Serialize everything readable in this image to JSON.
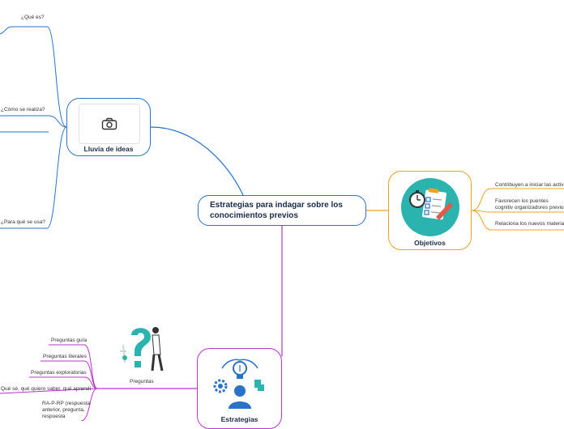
{
  "central": {
    "title": "Estrategias para indagar sobre los conocimientos previos"
  },
  "lluvia": {
    "title": "Lluvia de ideas",
    "icon": "camera-icon",
    "questions": [
      "¿Qué es?",
      "¿Cómo se realiza?",
      "¿Para qué se usa?"
    ]
  },
  "objetivos": {
    "title": "Objetivos",
    "icon": "checklist-stopwatch-icon",
    "items": [
      "Contribuyen a iniciar las activid",
      "Favorecen los puentes cognitiv organizadores previos",
      "Relaciona los nuevos materiale"
    ]
  },
  "preguntas": {
    "title": "Preguntas",
    "icon": "question-mark-person-icon",
    "items": [
      "Preguntas guía",
      "Preguntas literales",
      "Preguntas exploratorias",
      "Qué sé, qué quiero saber, qué aprendí",
      "RA-P-RP (respuesta anterior, pregunta, respuesta"
    ]
  },
  "estrategias": {
    "title": "Estrategias",
    "icon": "lightbulb-gears-person-icon"
  },
  "colors": {
    "blue": "#2a72c8",
    "orange": "#f0a020",
    "purple": "#b437c8",
    "teal": "#2bb3b0"
  }
}
